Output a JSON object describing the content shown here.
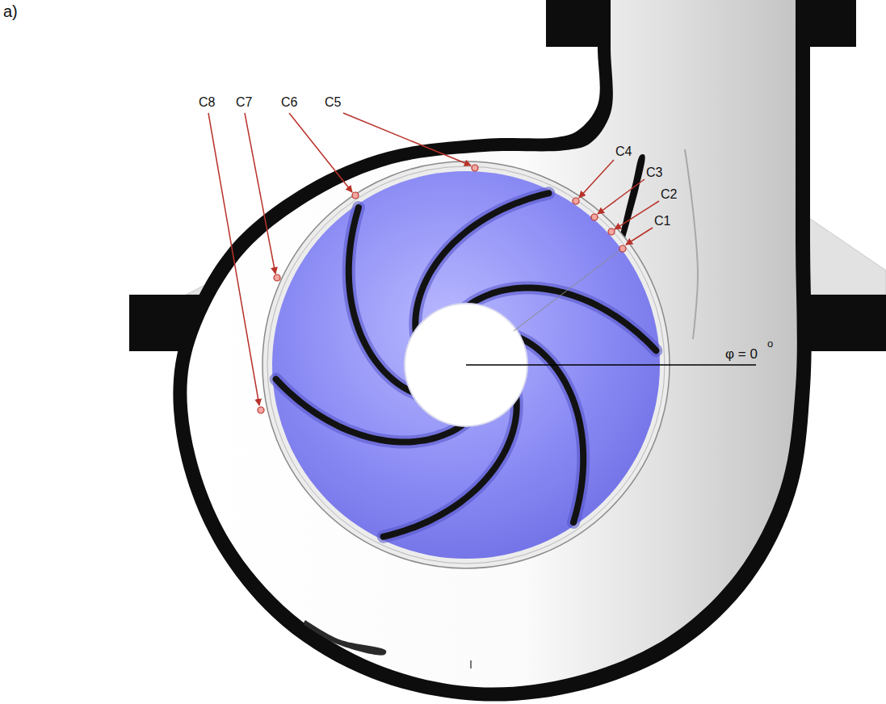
{
  "diagram": {
    "labels": [
      "a)",
      "C8",
      "C7",
      "C6",
      "C5",
      "C4",
      "C3",
      "C2",
      "C1",
      "φ = 0",
      "o"
    ]
  }
}
